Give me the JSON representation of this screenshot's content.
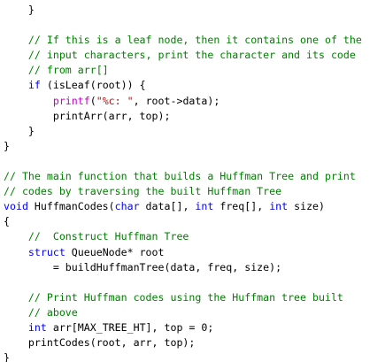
{
  "editor": {
    "colors": {
      "background": "#ffffff",
      "text": "#000000",
      "keyword": "#0000ff",
      "comment": "#008000",
      "function": "#c400c4",
      "string": "#a31515"
    },
    "lines": [
      [
        {
          "t": "    }",
          "k": "pl"
        }
      ],
      [],
      [
        {
          "t": "    // If this is a leaf node, then it contains one of the",
          "k": "cm"
        }
      ],
      [
        {
          "t": "    // input characters, print the character and its code",
          "k": "cm"
        }
      ],
      [
        {
          "t": "    // from arr[]",
          "k": "cm"
        }
      ],
      [
        {
          "t": "    ",
          "k": "pl"
        },
        {
          "t": "if",
          "k": "kw"
        },
        {
          "t": " (isLeaf(root)) {",
          "k": "pl"
        }
      ],
      [
        {
          "t": "        ",
          "k": "pl"
        },
        {
          "t": "printf",
          "k": "fn"
        },
        {
          "t": "(",
          "k": "pl"
        },
        {
          "t": "\"%c: \"",
          "k": "st"
        },
        {
          "t": ", root->data);",
          "k": "pl"
        }
      ],
      [
        {
          "t": "        printArr(arr, top);",
          "k": "pl"
        }
      ],
      [
        {
          "t": "    }",
          "k": "pl"
        }
      ],
      [
        {
          "t": "}",
          "k": "pl"
        }
      ],
      [],
      [
        {
          "t": "// The main function that builds a Huffman Tree and print",
          "k": "cm"
        }
      ],
      [
        {
          "t": "// codes by traversing the built Huffman Tree",
          "k": "cm"
        }
      ],
      [
        {
          "t": "void",
          "k": "kw"
        },
        {
          "t": " HuffmanCodes(",
          "k": "pl"
        },
        {
          "t": "char",
          "k": "kw"
        },
        {
          "t": " data[], ",
          "k": "pl"
        },
        {
          "t": "int",
          "k": "kw"
        },
        {
          "t": " freq[], ",
          "k": "pl"
        },
        {
          "t": "int",
          "k": "kw"
        },
        {
          "t": " size)",
          "k": "pl"
        }
      ],
      [
        {
          "t": "{",
          "k": "pl"
        }
      ],
      [
        {
          "t": "    //  Construct Huffman Tree",
          "k": "cm"
        }
      ],
      [
        {
          "t": "    ",
          "k": "pl"
        },
        {
          "t": "struct",
          "k": "kw"
        },
        {
          "t": " QueueNode* root",
          "k": "pl"
        }
      ],
      [
        {
          "t": "        = buildHuffmanTree(data, freq, size);",
          "k": "pl"
        }
      ],
      [],
      [
        {
          "t": "    // Print Huffman codes using the Huffman tree built",
          "k": "cm"
        }
      ],
      [
        {
          "t": "    // above",
          "k": "cm"
        }
      ],
      [
        {
          "t": "    ",
          "k": "pl"
        },
        {
          "t": "int",
          "k": "kw"
        },
        {
          "t": " arr[MAX_TREE_HT], top = 0;",
          "k": "pl"
        }
      ],
      [
        {
          "t": "    printCodes(root, arr, top);",
          "k": "pl"
        }
      ],
      [
        {
          "t": "}",
          "k": "pl"
        }
      ]
    ]
  }
}
